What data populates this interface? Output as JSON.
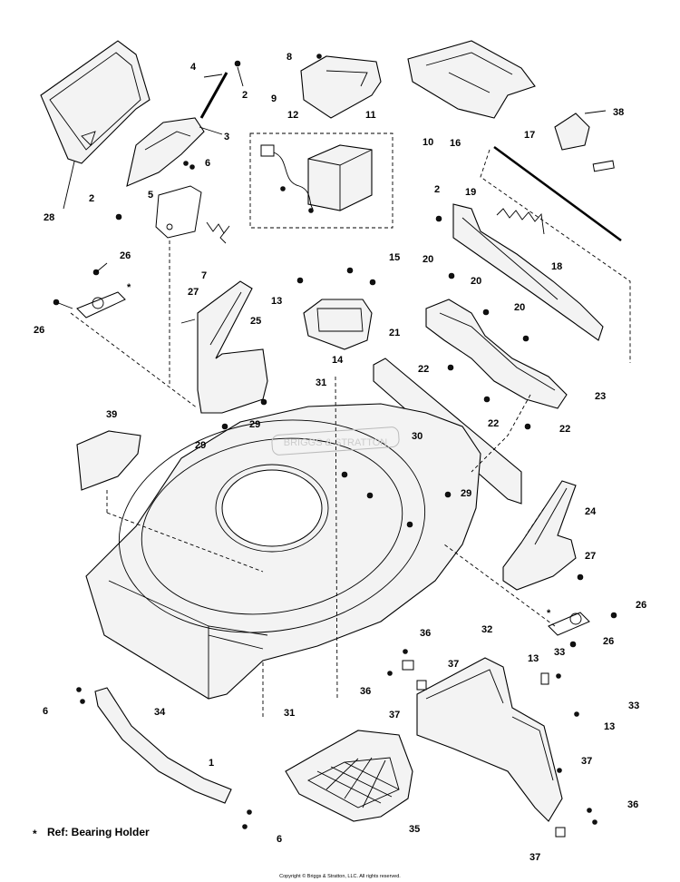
{
  "callouts": {
    "c1": "1",
    "c2a": "2",
    "c2b": "2",
    "c2c": "2",
    "c3": "3",
    "c4": "4",
    "c5": "5",
    "c6a": "6",
    "c6b": "6",
    "c6c": "6",
    "c7": "7",
    "c8": "8",
    "c9": "9",
    "c10": "10",
    "c11": "11",
    "c12": "12",
    "c13a": "13",
    "c13b": "13",
    "c13c": "13",
    "c14": "14",
    "c15": "15",
    "c16": "16",
    "c17": "17",
    "c18": "18",
    "c19": "19",
    "c20a": "20",
    "c20b": "20",
    "c20c": "20",
    "c21": "21",
    "c22a": "22",
    "c22b": "22",
    "c22c": "22",
    "c23": "23",
    "c24": "24",
    "c25": "25",
    "c26a": "26",
    "c26b": "26",
    "c26c": "26",
    "c26d": "26",
    "c27a": "27",
    "c27b": "27",
    "c28": "28",
    "c29a": "29",
    "c29b": "29",
    "c29c": "29",
    "c30": "30",
    "c31a": "31",
    "c31b": "31",
    "c32": "32",
    "c33a": "33",
    "c33b": "33",
    "c34": "34",
    "c35": "35",
    "c36a": "36",
    "c36b": "36",
    "c36c": "36",
    "c37a": "37",
    "c37b": "37",
    "c37c": "37",
    "c37d": "37",
    "c38": "38",
    "c39": "39"
  },
  "asterisk_marks": {
    "a1": "*",
    "a2": "*"
  },
  "footnote": {
    "marker": "*",
    "text": "Ref: Bearing Holder"
  },
  "copyright": "Copyright © Briggs & Stratton, LLC. All rights reserved.",
  "watermark": "BRIGGS & STRATTON"
}
